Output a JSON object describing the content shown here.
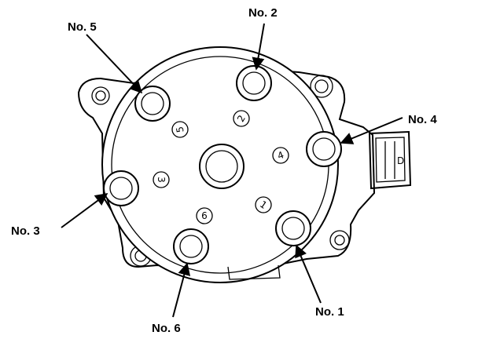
{
  "callouts": {
    "no1": "No. 1",
    "no2": "No. 2",
    "no3": "No. 3",
    "no4": "No. 4",
    "no5": "No. 5",
    "no6": "No. 6"
  },
  "cap_markings": {
    "m1": "1",
    "m2": "2",
    "m3": "3",
    "m4": "4",
    "m5": "5",
    "m6": "6"
  },
  "connector_mark": "D"
}
